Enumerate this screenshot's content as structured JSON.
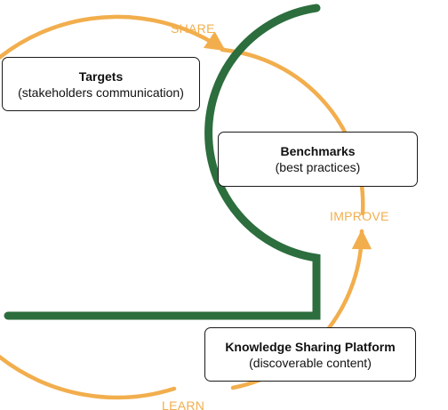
{
  "colors": {
    "cycle_arrow": "#f2ae4d",
    "bracket": "#2c6e3d",
    "label_text": "#f2ae4d",
    "box_border": "#1a1a1a",
    "box_fill": "#ffffff"
  },
  "labels": {
    "share": "SHARE",
    "improve": "IMPROVE",
    "learn": "LEARN"
  },
  "boxes": {
    "targets": {
      "title": "Targets",
      "subtitle": "(stakeholders communication)"
    },
    "benchmarks": {
      "title": "Benchmarks",
      "subtitle": "(best practices)"
    },
    "platform": {
      "title": "Knowledge Sharing Platform",
      "subtitle": "(discoverable content)"
    }
  }
}
